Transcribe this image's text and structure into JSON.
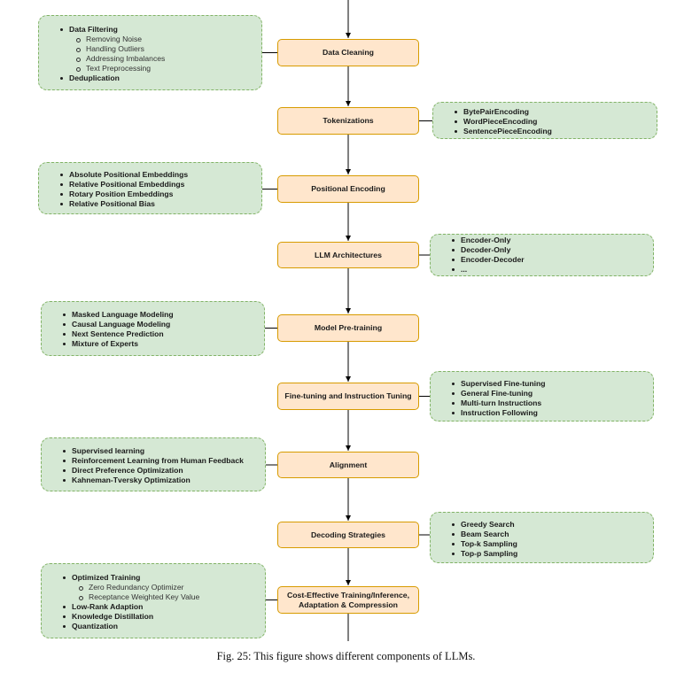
{
  "stages": [
    {
      "label": "Data Cleaning"
    },
    {
      "label": "Tokenizations"
    },
    {
      "label": "Positional Encoding"
    },
    {
      "label": "LLM Architectures"
    },
    {
      "label": "Model Pre-training"
    },
    {
      "label": "Fine-tuning and Instruction Tuning"
    },
    {
      "label": "Alignment"
    },
    {
      "label": "Decoding Strategies"
    },
    {
      "label": "Cost-Effective Training/Inference,\nAdaptation & Compression"
    }
  ],
  "notes": [
    {
      "stage": 0,
      "side": "left",
      "items": [
        {
          "text": "Data Filtering",
          "level": 1
        },
        {
          "text": "Removing Noise",
          "level": 2
        },
        {
          "text": "Handling Outliers",
          "level": 2
        },
        {
          "text": "Addressing Imbalances",
          "level": 2
        },
        {
          "text": "Text Preprocessing",
          "level": 2
        },
        {
          "text": "Deduplication",
          "level": 1
        }
      ]
    },
    {
      "stage": 1,
      "side": "right",
      "items": [
        {
          "text": "BytePairEncoding",
          "level": 1
        },
        {
          "text": "WordPieceEncoding",
          "level": 1
        },
        {
          "text": "SentencePieceEncoding",
          "level": 1
        }
      ]
    },
    {
      "stage": 2,
      "side": "left",
      "items": [
        {
          "text": "Absolute Positional Embeddings",
          "level": 1
        },
        {
          "text": "Relative Positional Embeddings",
          "level": 1
        },
        {
          "text": "Rotary Position Embeddings",
          "level": 1
        },
        {
          "text": "Relative Positional Bias",
          "level": 1
        }
      ]
    },
    {
      "stage": 3,
      "side": "right",
      "items": [
        {
          "text": "Encoder-Only",
          "level": 1
        },
        {
          "text": "Decoder-Only",
          "level": 1
        },
        {
          "text": "Encoder-Decoder",
          "level": 1
        },
        {
          "text": "...",
          "level": 1
        }
      ]
    },
    {
      "stage": 4,
      "side": "left",
      "items": [
        {
          "text": "Masked Language Modeling",
          "level": 1
        },
        {
          "text": "Causal Language Modeling",
          "level": 1
        },
        {
          "text": "Next Sentence Prediction",
          "level": 1
        },
        {
          "text": "Mixture of Experts",
          "level": 1
        }
      ]
    },
    {
      "stage": 5,
      "side": "right",
      "items": [
        {
          "text": "Supervised Fine-tuning",
          "level": 1
        },
        {
          "text": "General Fine-tuning",
          "level": 1
        },
        {
          "text": "Multi-turn Instructions",
          "level": 1
        },
        {
          "text": "Instruction Following",
          "level": 1
        }
      ]
    },
    {
      "stage": 6,
      "side": "left",
      "items": [
        {
          "text": "Supervised learning",
          "level": 1
        },
        {
          "text": "Reinforcement Learning from Human Feedback",
          "level": 1
        },
        {
          "text": "Direct Preference Optimization",
          "level": 1
        },
        {
          "text": "Kahneman-Tversky Optimization",
          "level": 1
        }
      ]
    },
    {
      "stage": 7,
      "side": "right",
      "items": [
        {
          "text": "Greedy Search",
          "level": 1
        },
        {
          "text": "Beam Search",
          "level": 1
        },
        {
          "text": "Top-k Sampling",
          "level": 1
        },
        {
          "text": "Top-p Sampling",
          "level": 1
        }
      ]
    },
    {
      "stage": 8,
      "side": "left",
      "items": [
        {
          "text": "Optimized Training",
          "level": 1
        },
        {
          "text": "Zero Redundancy Optimizer",
          "level": 2
        },
        {
          "text": "Receptance Weighted Key Value",
          "level": 2
        },
        {
          "text": "Low-Rank Adaption",
          "level": 1
        },
        {
          "text": "Knowledge Distillation",
          "level": 1
        },
        {
          "text": "Quantization",
          "level": 1
        }
      ]
    }
  ],
  "caption": "Fig. 25: This figure shows different components of LLMs.",
  "colors": {
    "stage_fill": "#ffe6cc",
    "stage_border": "#d79b00",
    "note_fill": "#d5e8d4",
    "note_border": "#82b366",
    "arrow": "#000000"
  }
}
